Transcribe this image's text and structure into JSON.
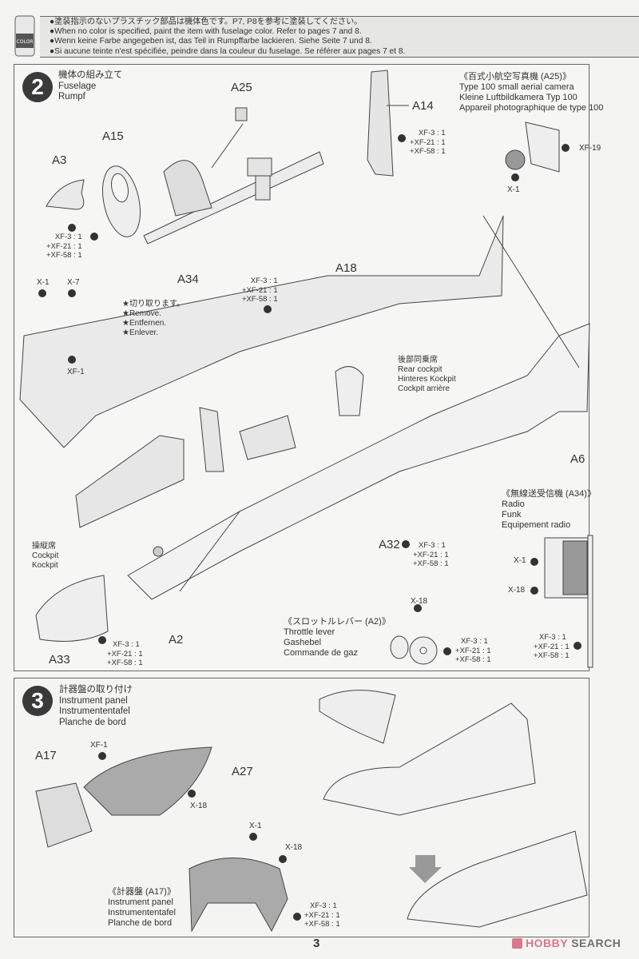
{
  "header_note": {
    "icon": "paint-can-icon",
    "lines": [
      "●塗装指示のないプラスチック部品は機体色です。P7, P8を参考に塗装してください。",
      "●When no color is specified, paint the item with fuselage color. Refer to pages 7 and 8.",
      "●Wenn keine Farbe angegeben ist, das Teil in Rumpffarbe lackieren. Siehe Seite 7 und 8.",
      "●Si aucune teinte n'est spécifiée, peindre dans la couleur du fuselage. Se référer aux pages 7 et 8."
    ]
  },
  "step2": {
    "number": "2",
    "title_ja": "機体の組み立て",
    "title_en": "Fuselage",
    "title_de": "Rumpf",
    "parts": {
      "A25": "A25",
      "A15": "A15",
      "A3": "A3",
      "A14": "A14",
      "A18": "A18",
      "A34": "A34",
      "A6": "A6",
      "A32": "A32",
      "A33": "A33",
      "A2": "A2"
    },
    "fuselage_mix": [
      "XF-3 : 1",
      "+XF-21 : 1",
      "+XF-58 : 1"
    ],
    "instrument_colors": {
      "x1": "X-1",
      "x7": "X-7",
      "xf1": "XF-1"
    },
    "remove_note": [
      "★切り取ります。",
      "★Remove.",
      "★Entfernen.",
      "★Enlever."
    ],
    "rear_cockpit": [
      "後部同乗席",
      "Rear cockpit",
      "Hinteres Kockpit",
      "Cockpit arrière"
    ],
    "cockpit": [
      "操縦席",
      "Cockpit",
      "Kockpit"
    ],
    "camera": {
      "title": [
        "《百式小航空写真機 (A25)》",
        "Type 100 small aerial camera",
        "Kleine Luftbildkamera Typ 100",
        "Appareil photographique de type 100"
      ],
      "body_color": "XF-19",
      "lens_color": "X-1"
    },
    "radio": {
      "title": [
        "《無線送受信機 (A34)》",
        "Radio",
        "Funk",
        "Equipement radio"
      ],
      "color1": "X-1",
      "color2": "X-18"
    },
    "throttle": {
      "title": [
        "《スロットルレバー (A2)》",
        "Throttle lever",
        "Gashebel",
        "Commande de gaz"
      ],
      "knob_color": "X-18"
    }
  },
  "step3": {
    "number": "3",
    "title_ja": "計器盤の取り付け",
    "title_en": "Instrument panel",
    "title_de": "Instrumententafel",
    "title_fr": "Planche de bord",
    "parts": {
      "A17": "A17",
      "A27": "A27"
    },
    "a27_colors": {
      "top": "XF-1",
      "inner": "X-18"
    },
    "panel": {
      "title": [
        "《計器盤 (A17)》",
        "Instrument panel",
        "Instrumententafel",
        "Planche de bord"
      ],
      "color1": "X-1",
      "color2": "X-18",
      "mix": [
        "XF-3 : 1",
        "+XF-21 : 1",
        "+XF-58 : 1"
      ]
    }
  },
  "footer": {
    "page_number": "3",
    "watermark_hobby": "HOBBY",
    "watermark_search": "SEARCH"
  }
}
